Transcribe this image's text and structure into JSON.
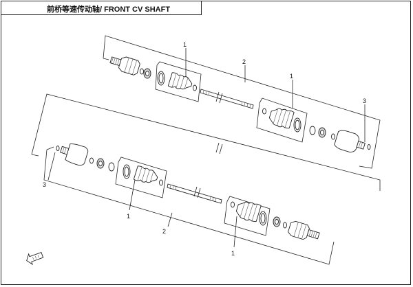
{
  "header": {
    "title": "前桥等速传动轴/ FRONT CV SHAFT"
  },
  "callouts": {
    "upper_boot_kit_left": "1",
    "upper_shaft_assembly": "2",
    "upper_boot_kit_right": "1",
    "upper_circlip": "3",
    "lower_circlip": "3",
    "lower_boot_kit_left": "1",
    "lower_shaft_assembly": "2",
    "lower_boot_kit_right": "1"
  },
  "colors": {
    "line": "#222222",
    "background": "#ffffff"
  },
  "icons": {
    "front_direction": "front-arrow-icon"
  }
}
